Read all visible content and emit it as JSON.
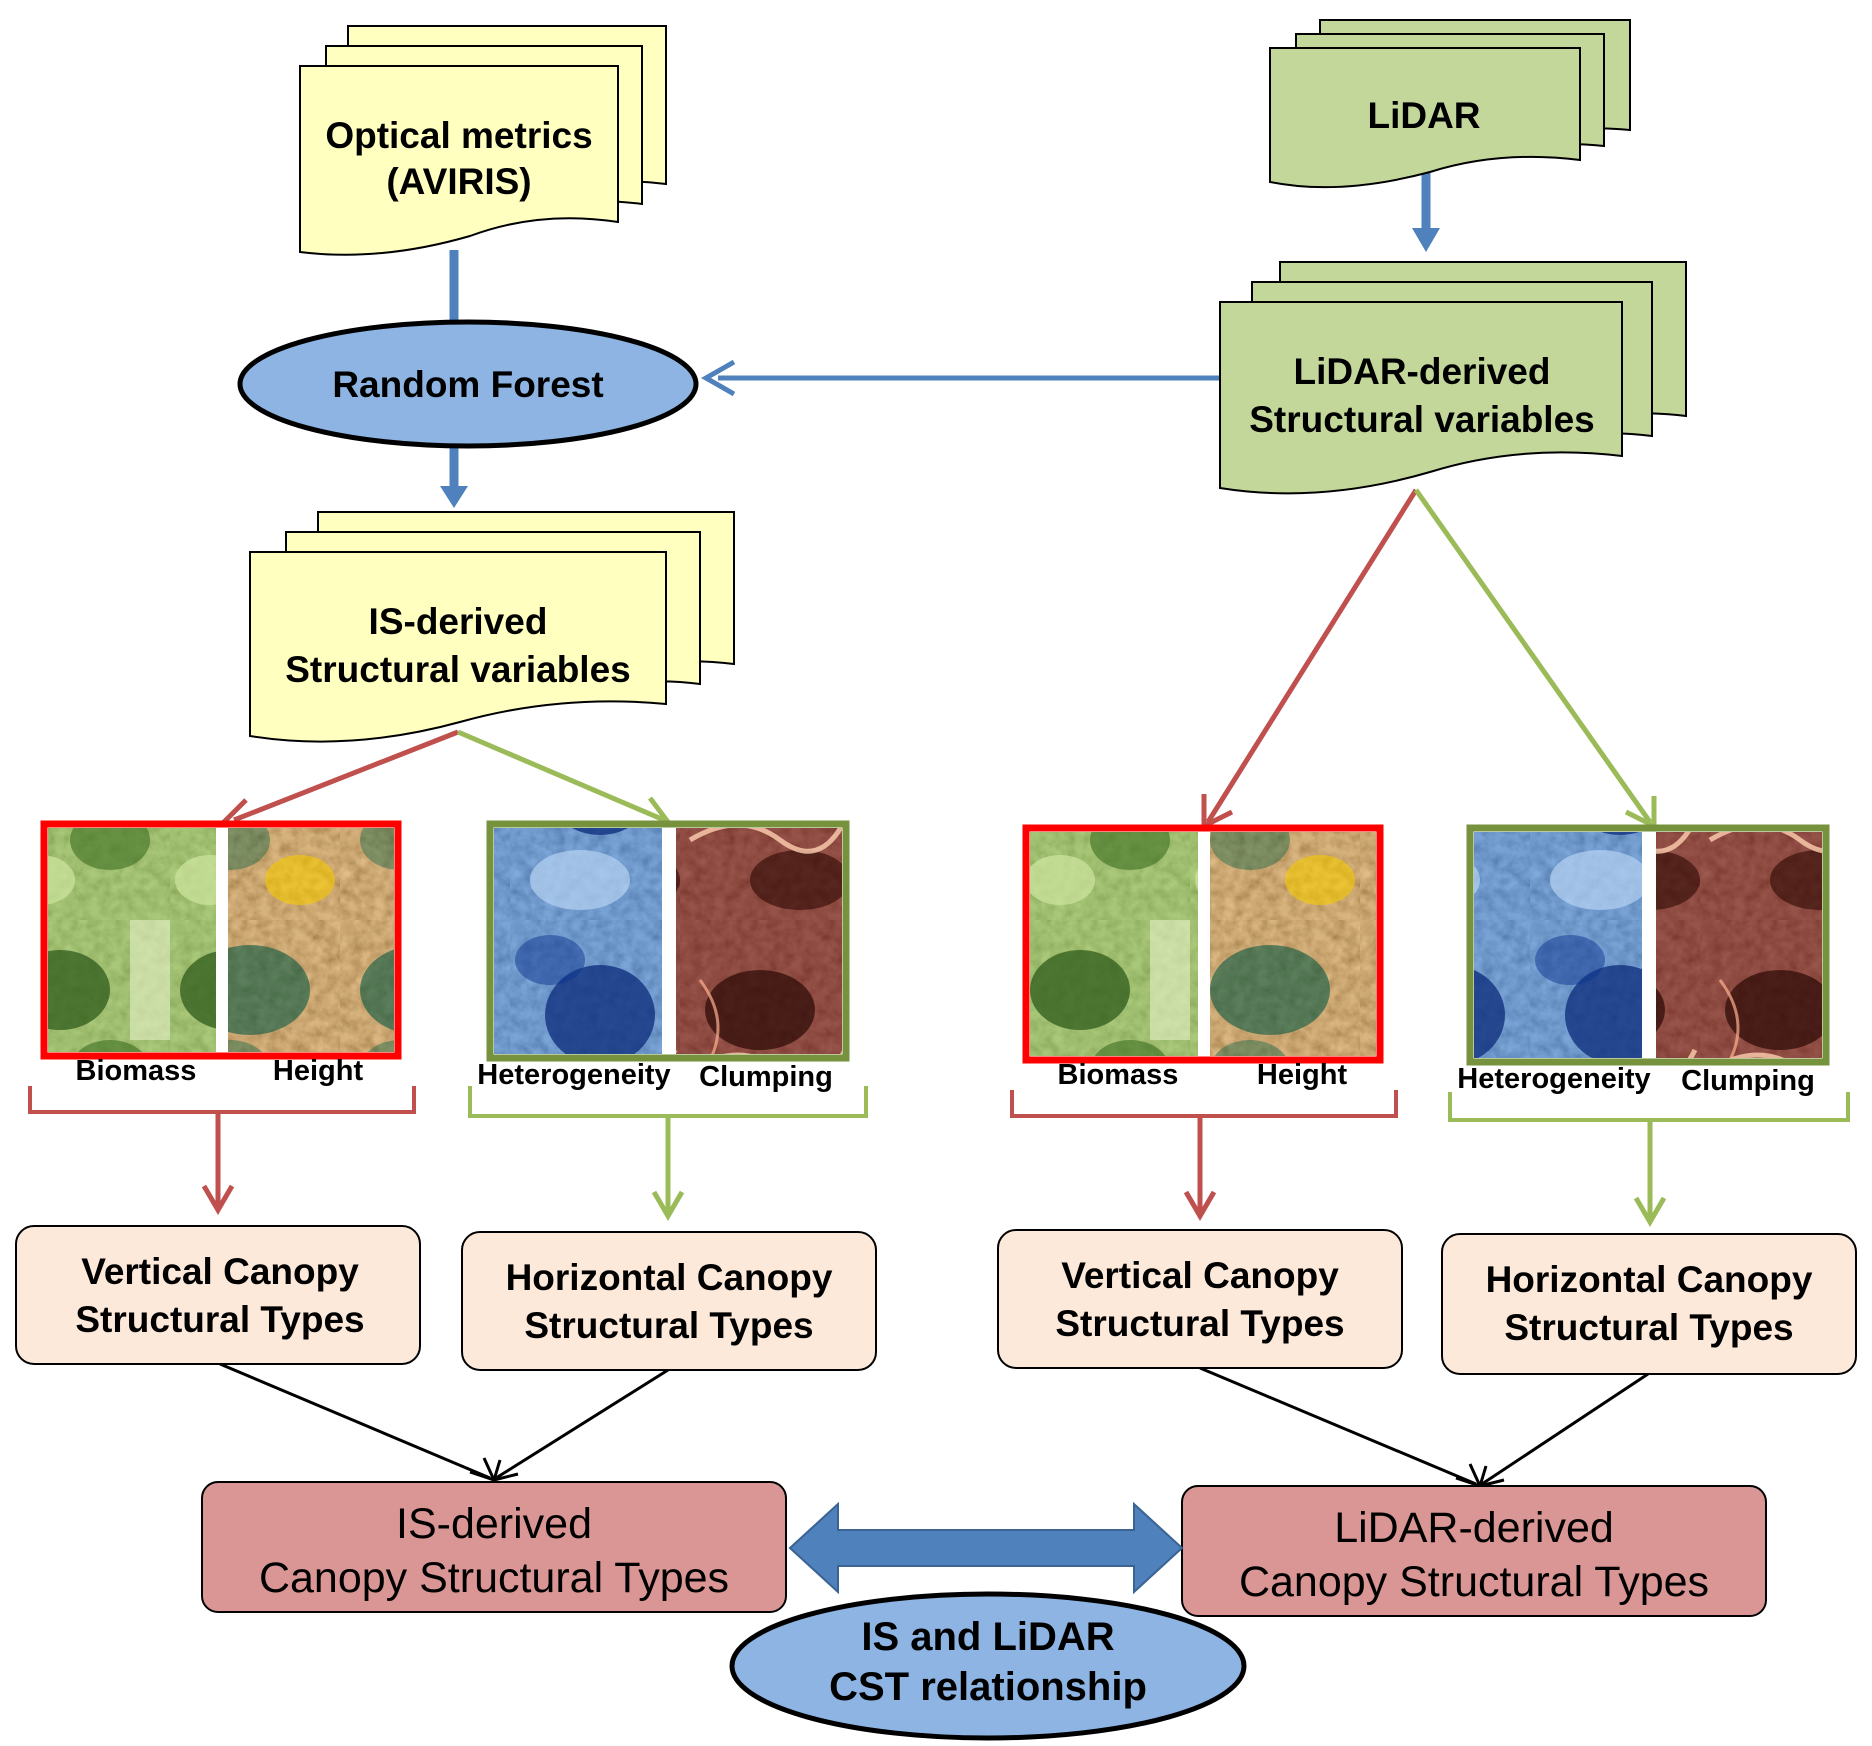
{
  "colors": {
    "yellow_doc": "#ffffc0",
    "green_doc": "#c4d79b",
    "ellipse_blue": "#8db4e2",
    "arrow_blue": "#4f81bd",
    "arrow_red": "#c0504d",
    "arrow_green": "#9bbb59",
    "panel_red_border": "#ff0000",
    "panel_green_border": "#76923c",
    "type_box_fill": "#fde9d9",
    "cst_box_fill": "#d99694",
    "bracket_red": "#c0504d",
    "bracket_green": "#9bbb59"
  },
  "optical": {
    "line1": "Optical  metrics",
    "line2": "(AVIRIS)"
  },
  "lidar": {
    "label": "LiDAR"
  },
  "random_forest": {
    "label": "Random  Forest"
  },
  "lidar_vars": {
    "line1": "LiDAR-derived",
    "line2": "Structural  variables"
  },
  "is_vars": {
    "line1": "IS-derived",
    "line2": "Structural  variables"
  },
  "panels": {
    "biomass": "Biomass",
    "height": "Height",
    "heterogeneity": "Heterogeneity",
    "clumping": "Clumping"
  },
  "types": {
    "vertical_line1": "Vertical  Canopy",
    "vertical_line2": "Structural  Types",
    "horizontal_line1": "Horizontal  Canopy",
    "horizontal_line2": "Structural  Types"
  },
  "cst": {
    "is_line1": "IS-derived",
    "is_line2": "Canopy Structural Types",
    "lidar_line1": "LiDAR-derived",
    "lidar_line2": "Canopy Structural Types"
  },
  "relationship": {
    "line1": "IS and LiDAR",
    "line2": "CST relationship"
  }
}
